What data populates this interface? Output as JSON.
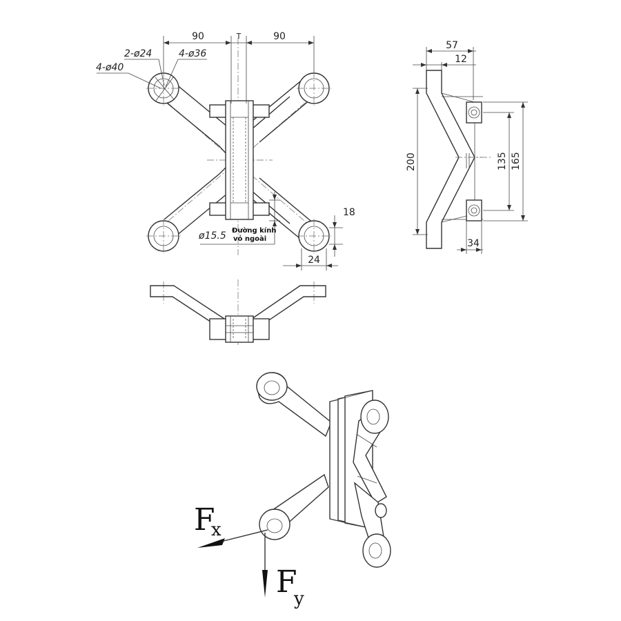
{
  "front_view": {
    "dim_left_spacing": "90",
    "dim_center": "T",
    "dim_right_spacing": "90",
    "label_holes_small": "2-ø24",
    "label_holes_mid": "4-ø36",
    "label_holes_outer": "4-ø40",
    "label_glass_dia": "ø15.5",
    "note_line1": "Đường kính",
    "note_line2": "vỏ ngoài",
    "dim_18": "18",
    "dim_24": "24"
  },
  "side_view": {
    "dim_57": "57",
    "dim_12": "12",
    "dim_200": "200",
    "dim_135": "135",
    "dim_165": "165",
    "dim_34": "34"
  },
  "iso_view": {
    "force_x_main": "F",
    "force_x_sub": "x",
    "force_y_main": "F",
    "force_y_sub": "y"
  }
}
